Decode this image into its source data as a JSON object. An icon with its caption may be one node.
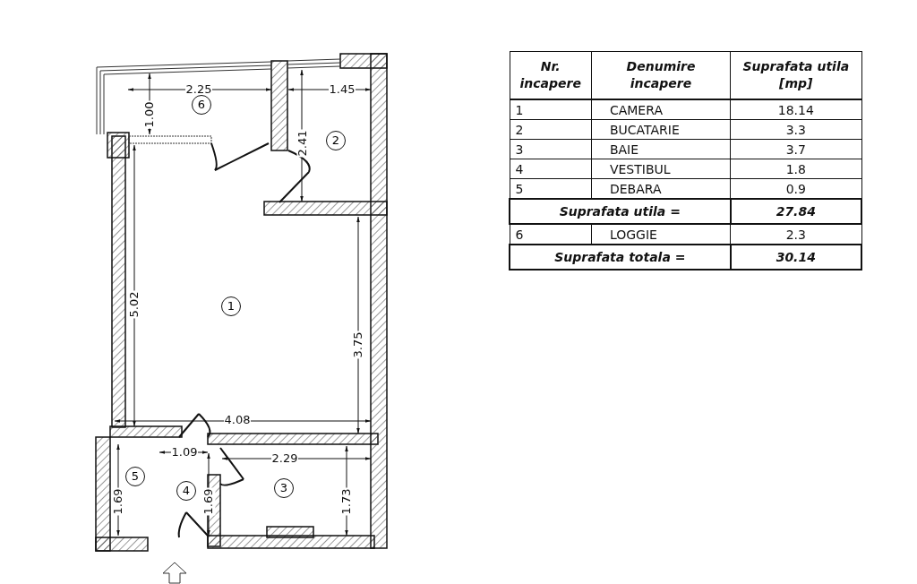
{
  "diagram": {
    "labels": [
      "2.25",
      "1.45",
      "1.00",
      "6",
      "2.41",
      "2",
      "5.02",
      "1",
      "3.75",
      "4.08",
      "1.09",
      "2.29",
      "5",
      "4",
      "3",
      "1.69",
      "1.69",
      "1.73",
      "Nr. incapere",
      "Denumire incapere",
      "Suprafata utila [mp]",
      "1",
      "CAMERA",
      "18.14",
      "2",
      "BUCATARIE",
      "3.3",
      "3",
      "BAIE",
      "3.7",
      "4",
      "VESTIBUL",
      "1.8",
      "5",
      "DEBARA",
      "0.9",
      "Suprafata utila =",
      "27.84",
      "6",
      "LOGGIE",
      "2.3",
      "Suprafata totala =",
      "30.14"
    ]
  }
}
